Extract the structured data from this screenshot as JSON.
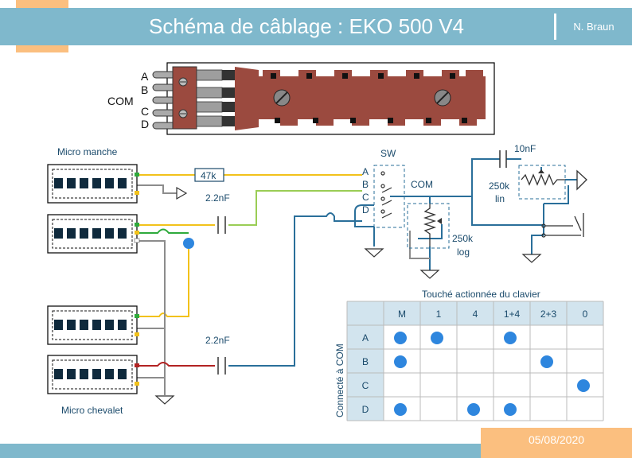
{
  "header": {
    "title": "Schéma de câblage : EKO 500 V4",
    "author": "N. Braun"
  },
  "footer": {
    "date": "05/08/2020"
  },
  "switch_graphic": {
    "labels": [
      "A",
      "B",
      "COM",
      "C",
      "D"
    ]
  },
  "pickups": {
    "neck_label": "Micro manche",
    "bridge_label": "Micro chevalet"
  },
  "components": {
    "resistor": "47k",
    "cap_upper": "2.2nF",
    "cap_lower": "2.2nF",
    "cap_tone": "10nF",
    "pot_lin_value": "250k",
    "pot_lin_type": "lin",
    "pot_log_value": "250k",
    "pot_log_type": "log",
    "switch_name": "SW",
    "switch_pins": [
      "A",
      "B",
      "C",
      "D"
    ],
    "switch_com": "COM"
  },
  "table": {
    "title": "Touché actionnée du  clavier",
    "side_label": "Connecté à COM",
    "columns": [
      "M",
      "1",
      "4",
      "1+4",
      "2+3",
      "0"
    ],
    "rows": [
      {
        "label": "A",
        "on": [
          true,
          true,
          false,
          true,
          false,
          false
        ]
      },
      {
        "label": "B",
        "on": [
          true,
          false,
          false,
          false,
          true,
          false
        ]
      },
      {
        "label": "C",
        "on": [
          false,
          false,
          false,
          false,
          false,
          true
        ]
      },
      {
        "label": "D",
        "on": [
          true,
          false,
          true,
          true,
          false,
          false
        ]
      }
    ],
    "dot_color": "#2e86de"
  },
  "colors": {
    "header": "#7fb8cc",
    "accent": "#fbbf7f",
    "wire_yellow": "#f2c21b",
    "wire_green": "#2eaa3c",
    "wire_gray": "#8c8c8c",
    "wire_blue": "#2a6f9a",
    "wire_red": "#b22222",
    "light_green": "#9acd55",
    "switch_body": "#9b4a3f"
  }
}
